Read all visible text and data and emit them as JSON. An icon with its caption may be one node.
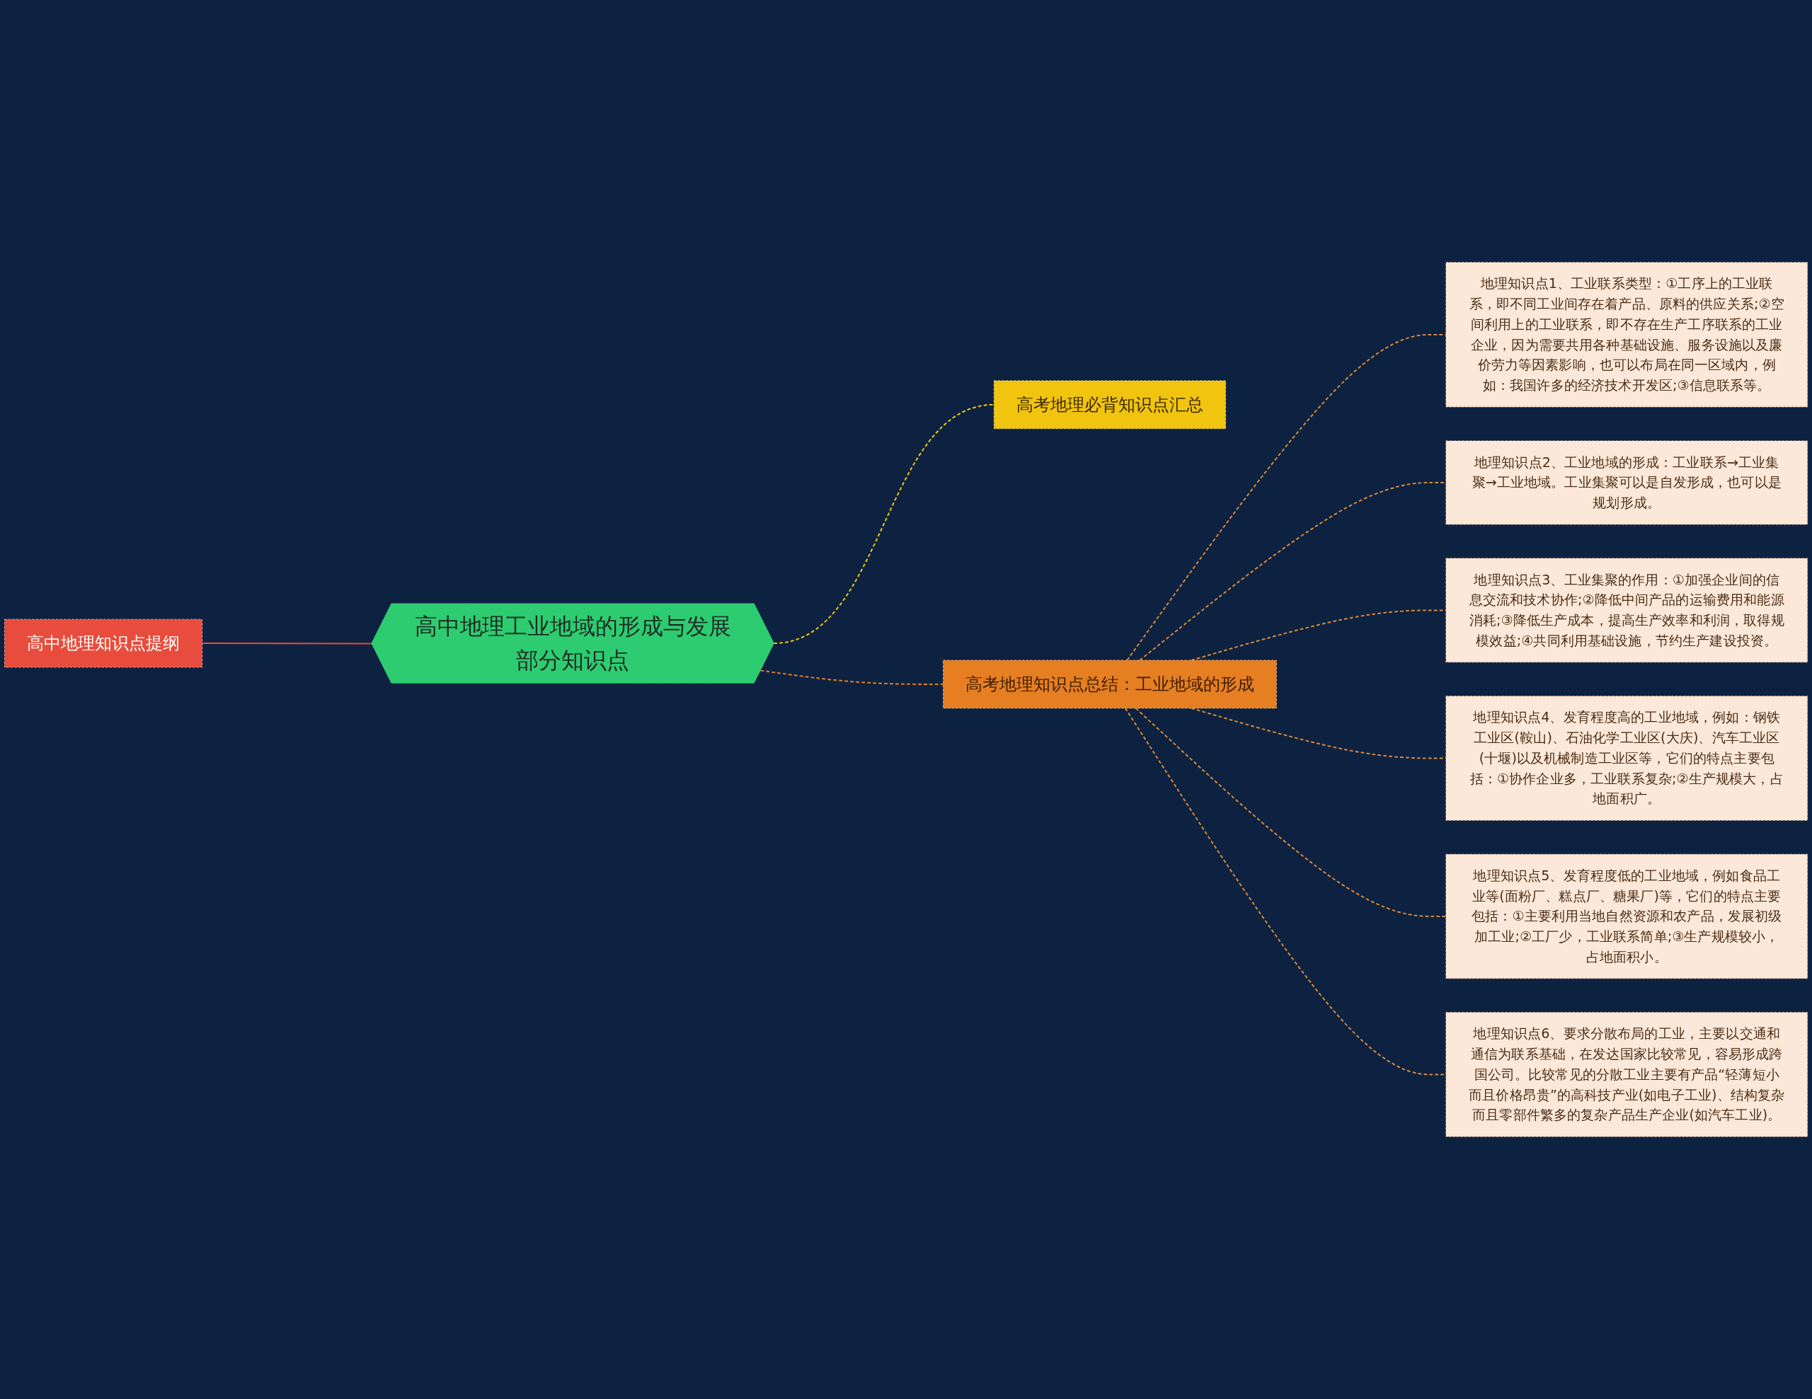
{
  "diagram": {
    "nodes": [
      {
        "text": [
          "高中地理知识点提纲"
        ]
      },
      {
        "text": [
          "高中地理工业地域的形成与发展部分知识点"
        ]
      },
      {
        "text": [
          "高考地理必背知识点汇总"
        ]
      },
      {
        "text": [
          "高考地理知识点总结：工业地域的形成"
        ]
      },
      {
        "text": [
          "地理知识点1、工业联系类型：①工序上的工业联系，即不同工业间存在着产品、原料的供应关系;②空间利用上的工业联系，即不存在生产工序联系的工业企业，因为需要共用各种基础设施、服务设施以及廉价劳力等因素影响，也可以布局在同一区域内，例如：我国许多的经济技术开发区;③信息联系等。"
        ]
      },
      {
        "text": [
          "地理知识点2、工业地域的形成：工业联系→工业集聚→工业地域。工业集聚可以是自发形成，也可以是规划形成。"
        ]
      },
      {
        "text": [
          "地理知识点3、工业集聚的作用：①加强企业间的信息交流和技术协作;②降低中间产品的运输费用和能源消耗;③降低生产成本，提高生产效率和利润，取得规模效益;④共同利用基础设施，节约生产建设投资。"
        ]
      },
      {
        "text": [
          "地理知识点4、发育程度高的工业地域，例如：钢铁工业区(鞍山)、石油化学工业区(大庆)、汽车工业区(十堰)以及机械制造工业区等，它们的特点主要包括：①协作企业多，工业联系复杂;②生产规模大，占地面积广。"
        ]
      },
      {
        "text": [
          "地理知识点5、发育程度低的工业地域，例如食品工业等(面粉厂、糕点厂、糖果厂)等，它们的特点主要包括：①主要利用当地自然资源和农产品，发展初级加工业;②工厂少，工业联系简单;③生产规模较小，占地面积小。"
        ]
      },
      {
        "text": [
          "地理知识点6、要求分散布局的工业，主要以交通和通信为联系基础，在发达国家比较常见，容易形成跨国公司。比较常见的分散工业主要有产品“轻薄短小而且价格昂贵”的高科技产业(如电子工业)、结构复杂而且零部件繁多的复杂产品生产企业(如汽车工业)。"
        ]
      }
    ],
    "edges": [
      {
        "from": 0,
        "to": 1,
        "arrow": "none",
        "color": "#e74c3c"
      },
      {
        "from": 1,
        "to": 2,
        "arrow": "none",
        "style": "dashed",
        "color": "#f1c40f"
      },
      {
        "from": 1,
        "to": 3,
        "arrow": "none",
        "style": "dashed",
        "color": "#e67e22"
      },
      {
        "from": 3,
        "to": 4,
        "arrow": "none",
        "style": "dashed"
      },
      {
        "from": 3,
        "to": 5,
        "arrow": "none",
        "style": "dashed"
      },
      {
        "from": 3,
        "to": 6,
        "arrow": "none",
        "style": "dashed"
      },
      {
        "from": 3,
        "to": 7,
        "arrow": "none",
        "style": "dashed"
      },
      {
        "from": 3,
        "to": 8,
        "arrow": "none",
        "style": "dashed"
      },
      {
        "from": 3,
        "to": 9,
        "arrow": "none",
        "style": "dashed"
      }
    ]
  }
}
